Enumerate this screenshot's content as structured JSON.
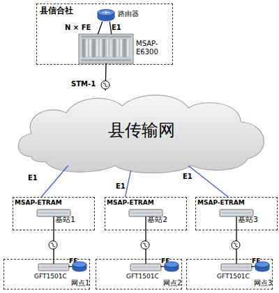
{
  "diagram": {
    "nodes": [
      {
        "text": [
          "县信合社"
        ]
      },
      {
        "text": [
          "路由器"
        ],
        "in": 0
      },
      {
        "text": [
          "MSAP-E6300"
        ],
        "in": 0
      },
      {
        "text": [
          "县传输网"
        ]
      },
      {
        "text": [
          "基站1"
        ]
      },
      {
        "text": [
          "MSAP-ETRAM"
        ],
        "in": 4
      },
      {
        "text": [
          "基站2"
        ]
      },
      {
        "text": [
          "MSAP-ETRAM"
        ],
        "in": 6
      },
      {
        "text": [
          "基站3"
        ]
      },
      {
        "text": [
          "MSAP-ETRAM"
        ],
        "in": 8
      },
      {
        "text": [
          "网点1"
        ]
      },
      {
        "text": [
          "GFT1501C"
        ],
        "in": 10
      },
      {
        "text": [
          "网点2"
        ]
      },
      {
        "text": [
          "GFT1501C"
        ],
        "in": 12
      },
      {
        "text": [
          "网点3"
        ]
      },
      {
        "text": [
          "GFT1501C"
        ],
        "in": 14
      }
    ],
    "edges": [
      {
        "from": 1,
        "to": 2,
        "label": "N × FE",
        "arrow": "none"
      },
      {
        "from": 1,
        "to": 2,
        "label": "E1",
        "arrow": "none"
      },
      {
        "from": 2,
        "to": 3,
        "label": "STM-1",
        "arrow": "none"
      },
      {
        "from": 3,
        "to": 4,
        "label": "E1",
        "arrow": "none"
      },
      {
        "from": 3,
        "to": 6,
        "label": "E1",
        "arrow": "none"
      },
      {
        "from": 3,
        "to": 8,
        "label": "E1",
        "arrow": "none"
      },
      {
        "from": 5,
        "to": 11,
        "arrow": "none"
      },
      {
        "from": 7,
        "to": 13,
        "arrow": "none"
      },
      {
        "from": 9,
        "to": 15,
        "arrow": "none"
      }
    ],
    "labels": [
      "FE",
      "FE",
      "FE"
    ]
  }
}
